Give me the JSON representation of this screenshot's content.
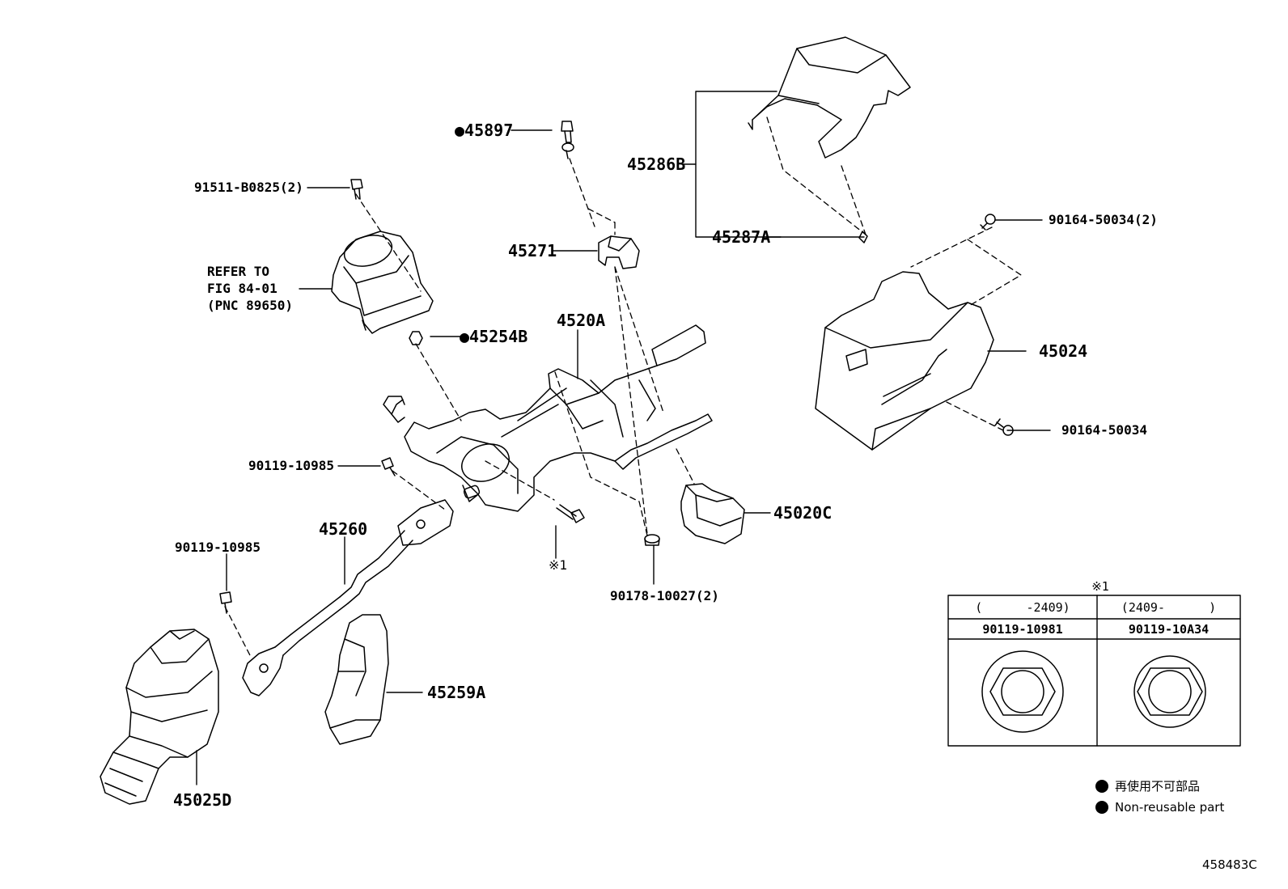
{
  "labels": {
    "p45897": "●45897",
    "p91511": "91511-B0825(2)",
    "p45286B": "45286B",
    "p45287A": "45287A",
    "p90164a": "90164-50034(2)",
    "p45271": "45271",
    "refer1": "REFER TO",
    "refer2": "FIG 84-01",
    "refer3": "(PNC 89650)",
    "p45254B": "●45254B",
    "p4520A": "4520A",
    "p45024": "45024",
    "p90164b": "90164-50034",
    "p90119a": "90119-10985",
    "p45020C": "45020C",
    "p45260": "45260",
    "p90119b": "90119-10985",
    "note1": "※1",
    "p90178": "90178-10027(2)",
    "p45259A": "45259A",
    "p45025D": "45025D"
  },
  "table": {
    "title": "※1",
    "col1_range": "(      -2409)",
    "col2_range": "(2409-      )",
    "col1_part": "90119-10981",
    "col2_part": "90119-10A34"
  },
  "legend": {
    "jp": "再使用不可部品",
    "en": "Non-reusable part"
  },
  "figure_code": "458483C"
}
